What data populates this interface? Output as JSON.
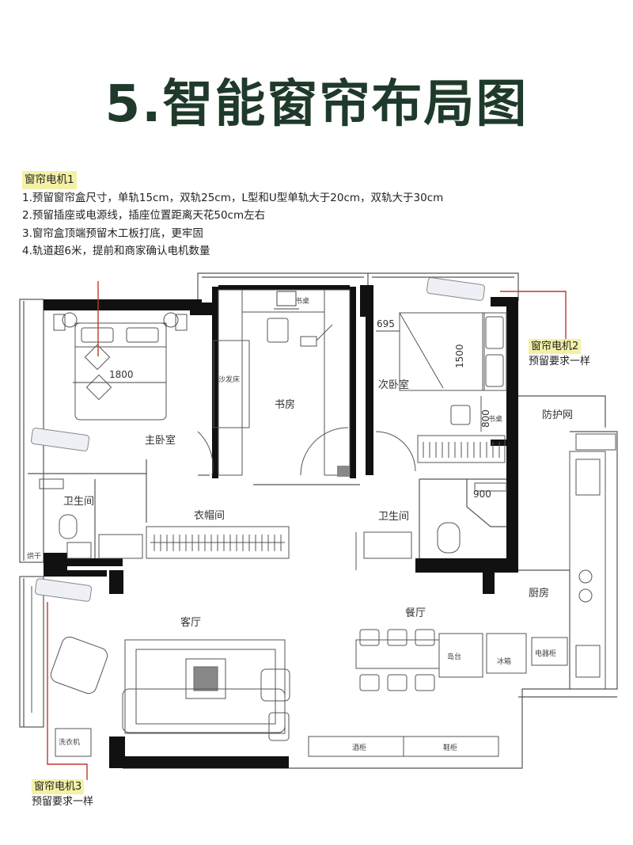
{
  "title": "5.智能窗帘布局图",
  "notes": {
    "heading": "窗帘电机1",
    "lines": [
      "1.预留窗帘盒尺寸，单轨15cm，双轨25cm，L型和U型单轨大于20cm，双轨大于30cm",
      "2.预留插座或电源线，插座位置距离天花50cm左右",
      "3.窗帘盒顶端预留木工板打底，更牢固",
      "4.轨道超6米，提前和商家确认电机数量"
    ]
  },
  "callouts": {
    "motor2": {
      "label": "窗帘电机2",
      "text": "预留要求一样"
    },
    "motor3": {
      "label": "窗帘电机3",
      "text": "预留要求一样"
    }
  },
  "rooms": {
    "master": "主卧室",
    "study": "书房",
    "second": "次卧室",
    "bath1": "卫生间",
    "bath2": "卫生间",
    "closet": "衣帽间",
    "living": "客厅",
    "dining": "餐厅",
    "kitchen": "厨房",
    "guard": "防护网"
  },
  "small_labels": {
    "desk1": "书桌",
    "desk2": "书桌",
    "sofa_bed": "沙发床",
    "island": "岛台",
    "fridge": "冰箱",
    "appliance": "电器柜",
    "wine": "酒柜",
    "shoe": "鞋柜",
    "washer": "洗衣机",
    "dryer": "烘干"
  },
  "dimensions": {
    "bed_master": "1800",
    "bed_second_w": "695",
    "bed_second_l": "1500",
    "desk_800": "800",
    "wash_900": "900"
  },
  "colors": {
    "wall": "#111111",
    "line": "#555555",
    "leader": "#c0392b",
    "highlight": "#f4f1a6",
    "title": "#1f3a2a"
  },
  "icons": [
    "curtain-motor-icon",
    "bed-icon",
    "sofa-icon",
    "toilet-icon",
    "sink-icon",
    "stove-icon",
    "chair-icon",
    "laptop-icon"
  ]
}
